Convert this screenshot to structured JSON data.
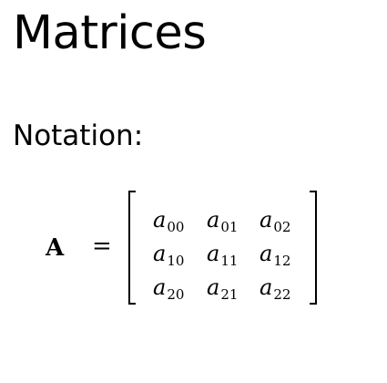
{
  "document": {
    "title": "Matrices",
    "subtitle": "Notation:"
  },
  "equation": {
    "symbol": "A",
    "operator": "=",
    "matrix": {
      "rows": [
        [
          {
            "base": "a",
            "sub": "00"
          },
          {
            "base": "a",
            "sub": "01"
          },
          {
            "base": "a",
            "sub": "02"
          }
        ],
        [
          {
            "base": "a",
            "sub": "10"
          },
          {
            "base": "a",
            "sub": "11"
          },
          {
            "base": "a",
            "sub": "12"
          }
        ],
        [
          {
            "base": "a",
            "sub": "20"
          },
          {
            "base": "a",
            "sub": "21"
          },
          {
            "base": "a",
            "sub": "22"
          }
        ]
      ]
    }
  }
}
